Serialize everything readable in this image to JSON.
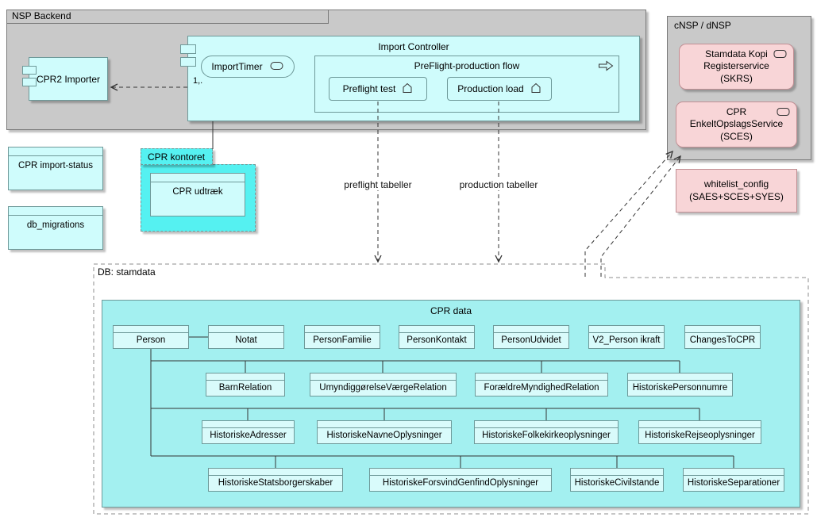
{
  "colors": {
    "gray_fill": "#c9c9c9",
    "gray_border": "#7a7a7a",
    "cyan_fill": "#cffcfc",
    "cyan_border": "#6e9999",
    "folder_fill": "#55f1f1",
    "cprdata_fill": "#a3f0f0",
    "cell_fill": "#d9fbfb",
    "pink_fill": "#f8d5d7",
    "pink_border": "#c08f94"
  },
  "nsp": {
    "title": "NSP Backend"
  },
  "cpr2_importer": {
    "label": "CPR2 Importer"
  },
  "import_controller": {
    "title": "Import Controller",
    "timer": "ImportTimer",
    "flow_title": "PreFlight-production flow",
    "preflight_test": "Preflight test",
    "production_load": "Production load",
    "edge_multiplicity": "1,."
  },
  "side_tables": {
    "cpr_import_status": "CPR import-status",
    "db_migrations": "db_migrations"
  },
  "cpr_kontoret": {
    "title": "CPR kontoret",
    "cpr_udtraek": "CPR udtræk"
  },
  "cnsp": {
    "title": "cNSP / dNSP",
    "skrs": "Stamdata Kopi\nRegisterservice\n(SKRS)",
    "sces": "CPR\nEnkeltOpslagsService\n(SCES)",
    "whitelist": "whitelist_config\n(SAES+SCES+SYES)"
  },
  "connector_labels": {
    "preflight": "preflight tabeller",
    "production": "production tabeller"
  },
  "db": {
    "title": "DB: stamdata",
    "cpr_data_title": "CPR data",
    "row1": [
      "Person",
      "Notat",
      "PersonFamilie",
      "PersonKontakt",
      "PersonUdvidet",
      "V2_Person ikraft",
      "ChangesToCPR"
    ],
    "row2": [
      "BarnRelation",
      "UmyndiggørelseVærgeRelation",
      "ForældreMyndighedRelation",
      "HistoriskePersonnumre"
    ],
    "row3": [
      "HistoriskeAdresser",
      "HistoriskeNavneOplysninger",
      "HistoriskeFolkekirkeoplysninger",
      "HistoriskeRejseoplysninger"
    ],
    "row4": [
      "HistoriskeStatsborgerskaber",
      "HistoriskeForsvindGenfindOplysninger",
      "HistoriskeCivilstande",
      "HistoriskeSeparationer"
    ]
  }
}
